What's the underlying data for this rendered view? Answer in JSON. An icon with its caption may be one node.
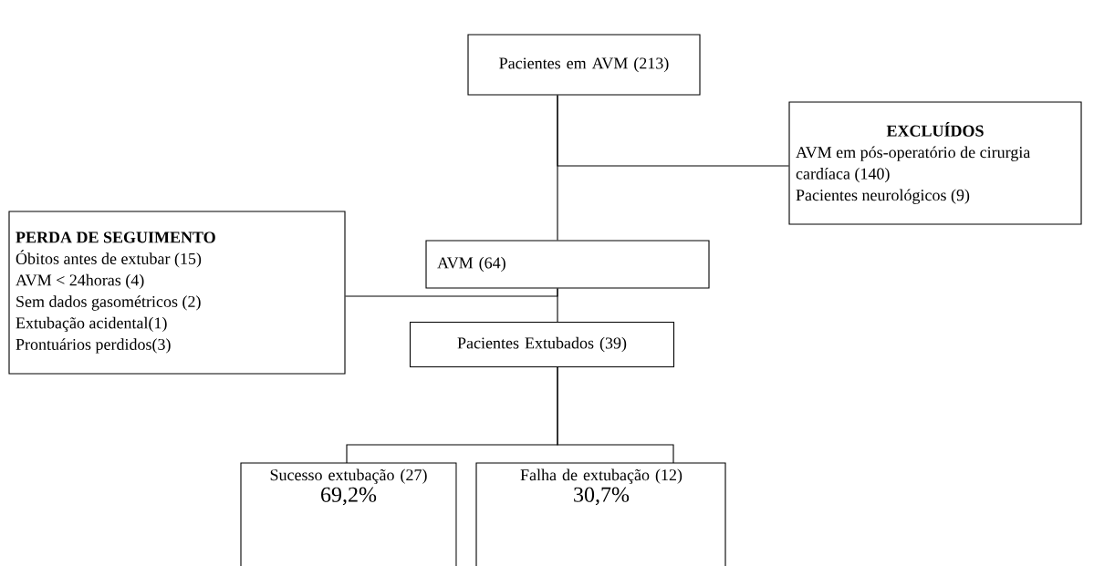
{
  "diagram": {
    "nodes": [
      {
        "text": [
          "Pacientes em AVM (213)"
        ]
      },
      {
        "text": [
          "EXCLUÍDOS",
          "AVM em pós-operatório de cirurgia cardíaca (140)",
          "Pacientes neurológicos (9)"
        ]
      },
      {
        "text": [
          "PERDA DE SEGUIMENTO",
          "Óbitos antes de extubar (15)",
          "AVM < 24horas (4)",
          "Sem dados gasométricos (2)",
          "Extubação acidental(1)",
          "Prontuários perdidos(3)"
        ]
      },
      {
        "text": [
          "AVM (64)"
        ]
      },
      {
        "text": [
          "Pacientes Extubados (39)"
        ]
      },
      {
        "text": [
          "Sucesso extubação (27)",
          "69,2%"
        ]
      },
      {
        "text": [
          "Falha de extubação (12)",
          "30,7%"
        ]
      }
    ],
    "edges": [
      {
        "from": 0,
        "to": 3,
        "arrow": "none"
      },
      {
        "from": 0,
        "to": 1,
        "arrow": "none"
      },
      {
        "from": 3,
        "to": 4,
        "arrow": "none"
      },
      {
        "from": 3,
        "to": 2,
        "arrow": "none"
      },
      {
        "from": 4,
        "to": 5,
        "arrow": "none"
      },
      {
        "from": 4,
        "to": 6,
        "arrow": "none"
      }
    ]
  }
}
